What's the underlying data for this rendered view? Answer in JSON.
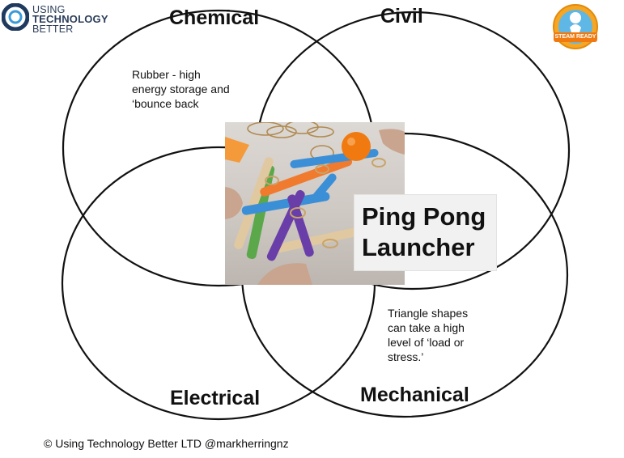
{
  "logo": {
    "line1": "USING",
    "line2": "TECHNOLOGY",
    "line3": "BETTER"
  },
  "badge_text": "STEAM READY",
  "circles": {
    "chemical": "Chemical",
    "civil": "Civil",
    "electrical": "Electrical",
    "mechanical": "Mechanical"
  },
  "notes": {
    "rubber": [
      "Rubber - high",
      "energy storage and",
      "‘bounce back"
    ],
    "triangle": [
      "Triangle shapes",
      "can take a high",
      "level of ‘load or",
      "stress.’"
    ]
  },
  "title": {
    "line1": "Ping Pong",
    "line2": "Launcher"
  },
  "footer": "©  Using Technology Better LTD @markherringnz",
  "colors": {
    "outline": "#111111",
    "logo_blue": "#1f3a5f",
    "ball_orange": "#f07a10"
  }
}
